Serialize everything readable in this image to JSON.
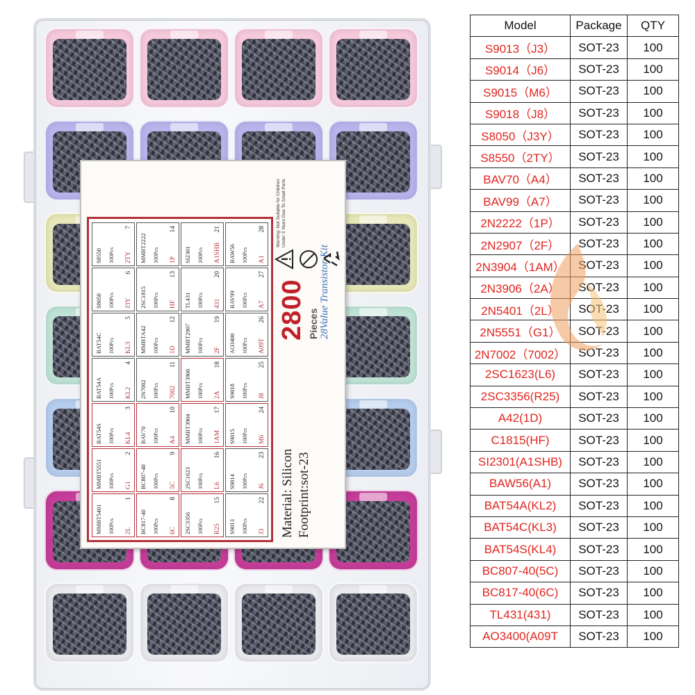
{
  "table": {
    "headers": [
      "Model",
      "Package",
      "QTY"
    ],
    "rows": [
      [
        "S9013（J3）",
        "SOT-23",
        "100"
      ],
      [
        "S9014（J6）",
        "SOT-23",
        "100"
      ],
      [
        "S9015（M6）",
        "SOT-23",
        "100"
      ],
      [
        "S9018（J8）",
        "SOT-23",
        "100"
      ],
      [
        "S8050（J3Y）",
        "SOT-23",
        "100"
      ],
      [
        "S8550（2TY）",
        "SOT-23",
        "100"
      ],
      [
        "BAV70（A4）",
        "SOT-23",
        "100"
      ],
      [
        "BAV99（A7）",
        "SOT-23",
        "100"
      ],
      [
        "2N2222（1P）",
        "SOT-23",
        "100"
      ],
      [
        "2N2907（2F）",
        "SOT-23",
        "100"
      ],
      [
        "2N3904（1AM）",
        "SOT-23",
        "100"
      ],
      [
        "2N3906（2A）",
        "SOT-23",
        "100"
      ],
      [
        "2N5401（2L）",
        "SOT-23",
        "100"
      ],
      [
        "2N5551（G1）",
        "SOT-23",
        "100"
      ],
      [
        "2N7002（7002）",
        "SOT-23",
        "100"
      ],
      [
        "2SC1623(L6)",
        "SOT-23",
        "100"
      ],
      [
        "2SC3356(R25)",
        "SOT-23",
        "100"
      ],
      [
        "A42(1D)",
        "SOT-23",
        "100"
      ],
      [
        "C1815(HF)",
        "SOT-23",
        "100"
      ],
      [
        "SI2301(A1SHB)",
        "SOT-23",
        "100"
      ],
      [
        "BAW56(A1)",
        "SOT-23",
        "100"
      ],
      [
        "BAT54A(KL2)",
        "SOT-23",
        "100"
      ],
      [
        "BAT54C(KL3)",
        "SOT-23",
        "100"
      ],
      [
        "BAT54S(KL4)",
        "SOT-23",
        "100"
      ],
      [
        "BC807-40(5C)",
        "SOT-23",
        "100"
      ],
      [
        "BC817-40(6C)",
        "SOT-23",
        "100"
      ],
      [
        "TL431(431)",
        "SOT-23",
        "100"
      ],
      [
        "AO3400(A09T",
        "SOT-23",
        "100"
      ]
    ]
  },
  "label": {
    "material": "Material: Silicon",
    "footprint": "Footprint:sot-23",
    "count": "2800",
    "pieces": "Pieces",
    "kit_name": "28Value Transistor Kit",
    "warning": "Warning: Not Suitable for Children Under 3 Years Due To Small Parts",
    "grid": [
      [
        {
          "name": "MMBT5401",
          "pcs": "100Pcs",
          "mark": "2L",
          "num": "1"
        },
        {
          "name": "BC817-40",
          "pcs": "100Pcs",
          "mark": "6C",
          "num": "8"
        },
        {
          "name": "2SC3356",
          "pcs": "100Pcs",
          "mark": "R25",
          "num": "15"
        },
        {
          "name": "S9013",
          "pcs": "100Pcs",
          "mark": "J3",
          "num": "22"
        }
      ],
      [
        {
          "name": "MMBT5551",
          "pcs": "100Pcs",
          "mark": "G1",
          "num": "2"
        },
        {
          "name": "BC807-40",
          "pcs": "100Pcs",
          "mark": "5C",
          "num": "9"
        },
        {
          "name": "2SC1623",
          "pcs": "100Pcs",
          "mark": "L6",
          "num": "16"
        },
        {
          "name": "S9014",
          "pcs": "100Pcs",
          "mark": "J6",
          "num": "23"
        }
      ],
      [
        {
          "name": "BAT54S",
          "pcs": "100Pcs",
          "mark": "KL4",
          "num": "3"
        },
        {
          "name": "BAV70",
          "pcs": "100Pcs",
          "mark": "A4",
          "num": "10"
        },
        {
          "name": "MMBT3904",
          "pcs": "100Pcs",
          "mark": "1AM",
          "num": "17"
        },
        {
          "name": "S9015",
          "pcs": "100Pcs",
          "mark": "M6",
          "num": "24"
        }
      ],
      [
        {
          "name": "BAT54A",
          "pcs": "100Pcs",
          "mark": "KL2",
          "num": "4"
        },
        {
          "name": "2N7002",
          "pcs": "100Pcs",
          "mark": "7002",
          "num": "11"
        },
        {
          "name": "MMBT3906",
          "pcs": "100Pcs",
          "mark": "2A",
          "num": "18"
        },
        {
          "name": "S9018",
          "pcs": "100Pcs",
          "mark": "J8",
          "num": "25"
        }
      ],
      [
        {
          "name": "BAT54C",
          "pcs": "100Pcs",
          "mark": "KL3",
          "num": "5"
        },
        {
          "name": "MMBTA42",
          "pcs": "100Pcs",
          "mark": "1D",
          "num": "12"
        },
        {
          "name": "MMBT2907",
          "pcs": "100Pcs",
          "mark": "2F",
          "num": "19"
        },
        {
          "name": "AO3400",
          "pcs": "100Pcs",
          "mark": "A09T",
          "num": "26"
        }
      ],
      [
        {
          "name": "S8050",
          "pcs": "100Pcs",
          "mark": "J3Y",
          "num": "6"
        },
        {
          "name": "2SC1815",
          "pcs": "100Pcs",
          "mark": "HF",
          "num": "13"
        },
        {
          "name": "TL431",
          "pcs": "100Pcs",
          "mark": "431",
          "num": "20"
        },
        {
          "name": "BAV99",
          "pcs": "100Pcs",
          "mark": "A7",
          "num": "27"
        }
      ],
      [
        {
          "name": "S8550",
          "pcs": "100Pcs",
          "mark": "2TY",
          "num": "7"
        },
        {
          "name": "MMBT2222",
          "pcs": "100Pcs",
          "mark": "1P",
          "num": "14"
        },
        {
          "name": "SI2301",
          "pcs": "100Pcs",
          "mark": "A1SHB",
          "num": "21"
        },
        {
          "name": "BAW56",
          "pcs": "100Pcs",
          "mark": "A1",
          "num": "28"
        }
      ]
    ]
  },
  "colors": {
    "model_text": "#e0251f",
    "label_red": "#b4303b",
    "kit_blue": "#3a6fb5",
    "row_tints": [
      "#f6c9dc",
      "#b9b4ec",
      "#e7e8b8",
      "#bfe3d6",
      "#b6cdee",
      "#c63d9a",
      "#e9eaee"
    ]
  },
  "icons": [
    "recycle-icon",
    "warning-triangle-icon",
    "no-children-icon",
    "flame-watermark-icon"
  ]
}
